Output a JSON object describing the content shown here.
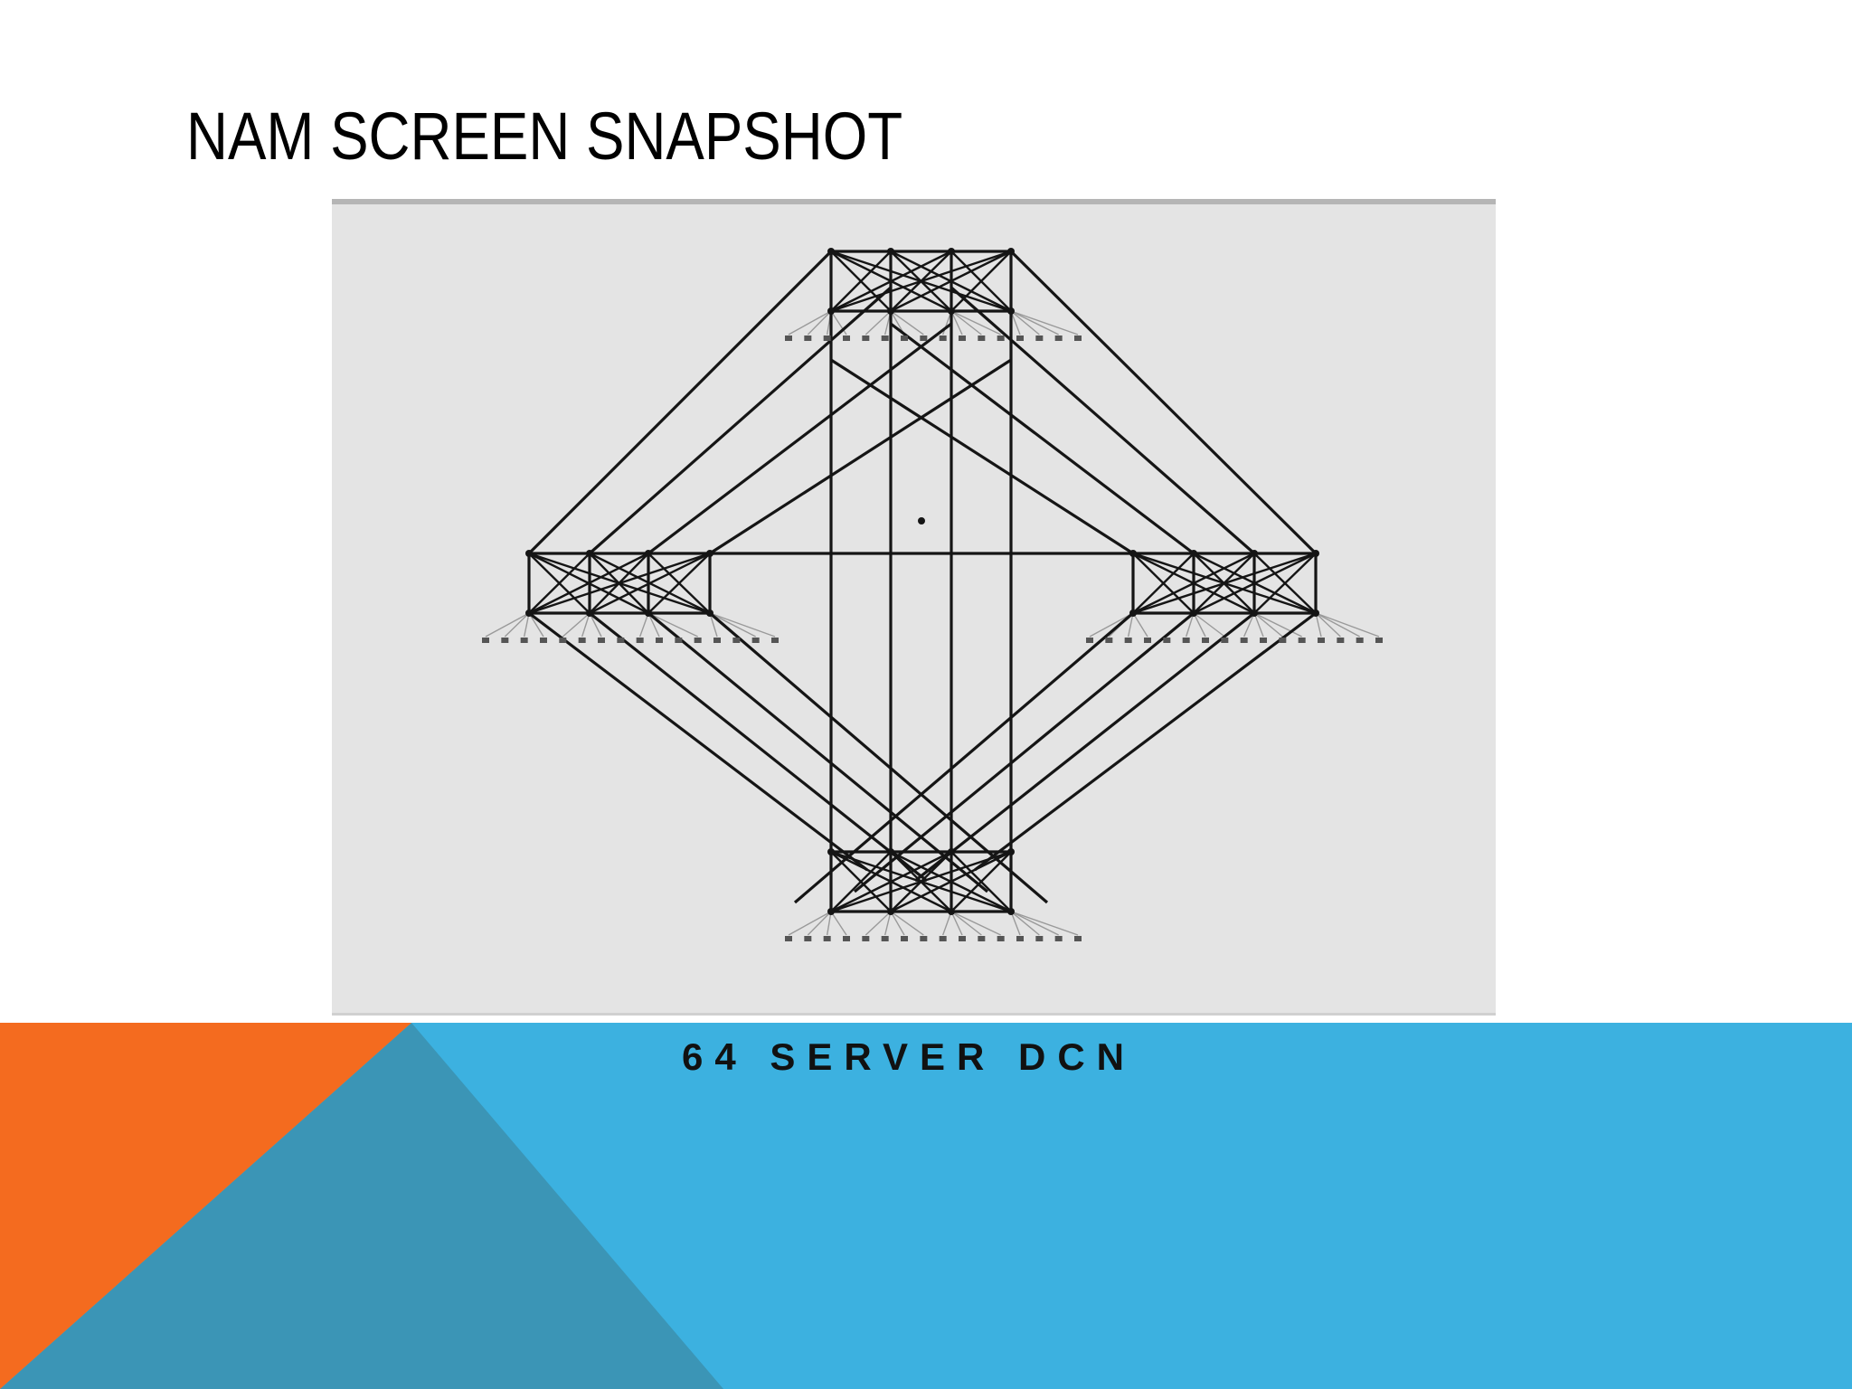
{
  "slide": {
    "title": "NAM SCREEN SNAPSHOT",
    "caption": "64 SERVER DCN"
  },
  "colors": {
    "orange": "#f46b1f",
    "blue_light": "#3cb1e0",
    "blue_dark": "#3b95b6",
    "panel": "#e4e4e4",
    "link": "#151515",
    "server_link": "#9a9a9a"
  },
  "diagram": {
    "pods": [
      {
        "name": "top",
        "servers": 16
      },
      {
        "name": "left",
        "servers": 16
      },
      {
        "name": "right",
        "servers": 16
      },
      {
        "name": "bottom",
        "servers": 16
      }
    ]
  }
}
